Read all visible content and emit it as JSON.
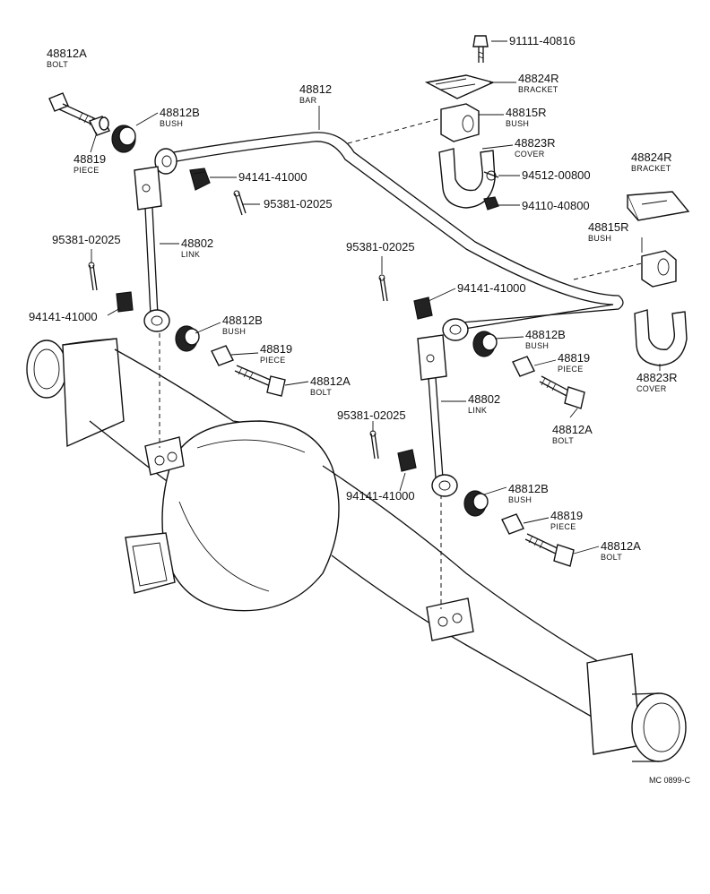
{
  "diagram_code": "MC 0899-C",
  "labels": {
    "bolt_a_tl": {
      "part": "48812A",
      "name": "BOLT"
    },
    "piece_tl": {
      "part": "48819",
      "name": "PIECE"
    },
    "bush_b_tl": {
      "part": "48812B",
      "name": "BUSH"
    },
    "bar": {
      "part": "48812",
      "name": "BAR"
    },
    "nut_top_l": {
      "part": "94141-41000"
    },
    "pin_top_l": {
      "part": "95381-02025"
    },
    "bolt_top": {
      "part": "91111-40816"
    },
    "bracket_top": {
      "part": "48824R",
      "name": "BRACKET"
    },
    "bush_top": {
      "part": "48815R",
      "name": "BUSH"
    },
    "cover_top": {
      "part": "48823R",
      "name": "COVER"
    },
    "washer_top": {
      "part": "94512-00800"
    },
    "nut_bracket": {
      "part": "94110-40800"
    },
    "bracket_right": {
      "part": "48824R",
      "name": "BRACKET"
    },
    "bush_right": {
      "part": "48815R",
      "name": "BUSH"
    },
    "cover_right": {
      "part": "48823R",
      "name": "COVER"
    },
    "pin_left": {
      "part": "95381-02025"
    },
    "link_left": {
      "part": "48802",
      "name": "LINK"
    },
    "nut_left": {
      "part": "94141-41000"
    },
    "bush_b_ml": {
      "part": "48812B",
      "name": "BUSH"
    },
    "piece_ml": {
      "part": "48819",
      "name": "PIECE"
    },
    "bolt_a_ml": {
      "part": "48812A",
      "name": "BOLT"
    },
    "pin_mid": {
      "part": "95381-02025"
    },
    "nut_mid_r": {
      "part": "94141-41000"
    },
    "bush_b_mr": {
      "part": "48812B",
      "name": "BUSH"
    },
    "piece_mr": {
      "part": "48819",
      "name": "PIECE"
    },
    "bolt_a_mr": {
      "part": "48812A",
      "name": "BOLT"
    },
    "link_right": {
      "part": "48802",
      "name": "LINK"
    },
    "pin_low": {
      "part": "95381-02025"
    },
    "nut_low": {
      "part": "94141-41000"
    },
    "bush_b_lr": {
      "part": "48812B",
      "name": "BUSH"
    },
    "piece_lr": {
      "part": "48819",
      "name": "PIECE"
    },
    "bolt_a_lr": {
      "part": "48812A",
      "name": "BOLT"
    }
  }
}
